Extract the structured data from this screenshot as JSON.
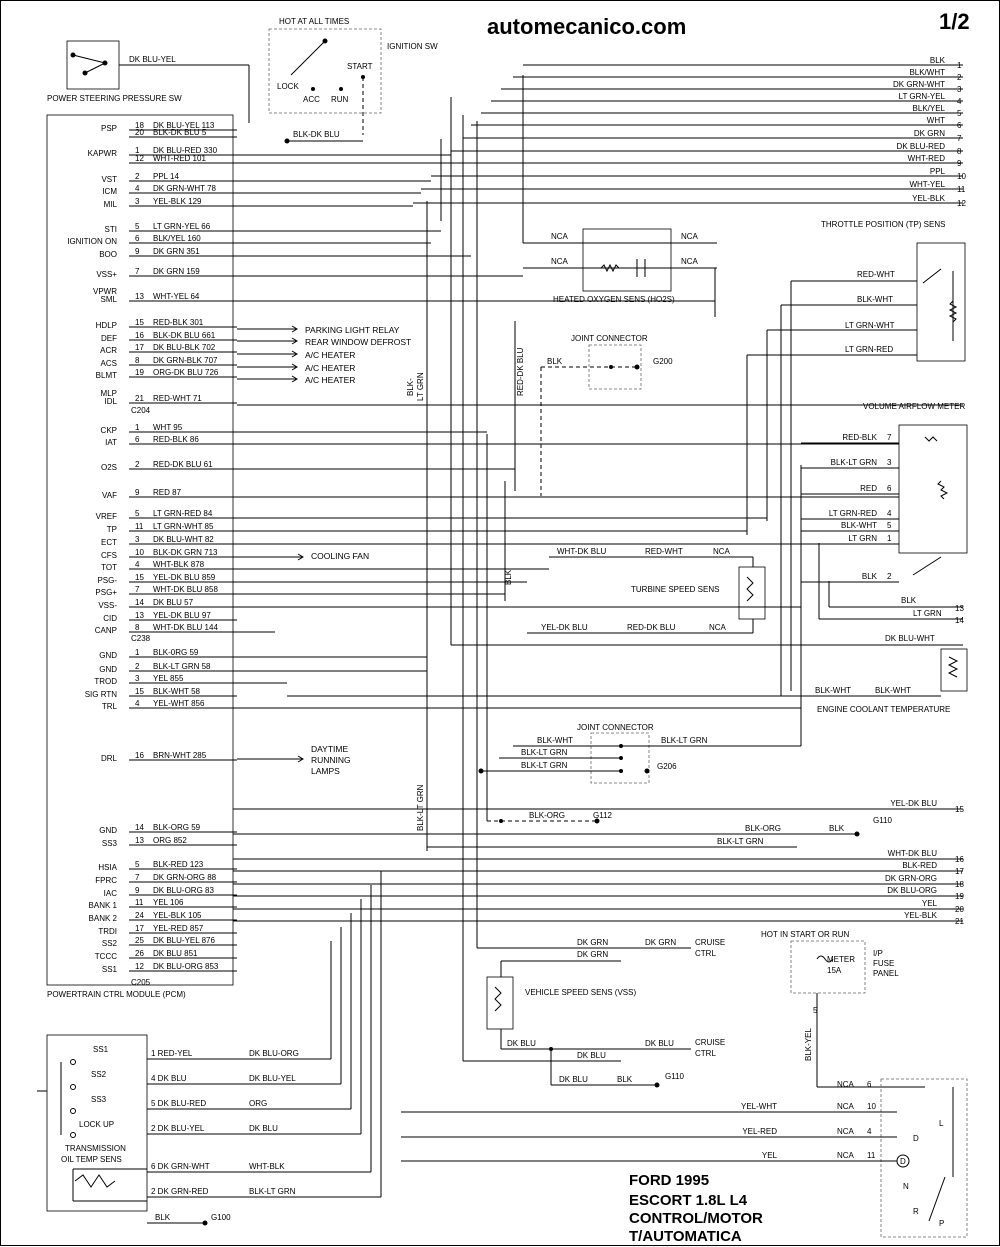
{
  "header": {
    "site": "automecanico.com",
    "page": "1/2"
  },
  "title_block": {
    "line1": "FORD 1995",
    "line2": "ESCORT  1.8L  L4",
    "line3": "CONTROL/MOTOR",
    "line4": "T/AUTOMATICA"
  },
  "pcm": {
    "label": "POWERTRAIN CTRL MODULE (PCM)",
    "pins_a": [
      {
        "sig": "PSP",
        "pin": "18",
        "wire": "DK BLU-YEL 113"
      },
      {
        "sig": "",
        "pin": "20",
        "wire": "BLK-DK BLU 5"
      },
      {
        "sig": "KAPWR",
        "pin": "1",
        "wire": "DK BLU-RED 330"
      },
      {
        "sig": "",
        "pin": "12",
        "wire": "WHT-RED 101"
      },
      {
        "sig": "VST",
        "pin": "2",
        "wire": "PPL 14"
      },
      {
        "sig": "ICM",
        "pin": "4",
        "wire": "DK GRN-WHT 78"
      },
      {
        "sig": "MIL",
        "pin": "3",
        "wire": "YEL-BLK 129"
      },
      {
        "sig": "STI",
        "pin": "5",
        "wire": "LT GRN-YEL 66"
      },
      {
        "sig": "IGNITION ON",
        "pin": "6",
        "wire": "BLK/YEL 160"
      },
      {
        "sig": "BOO",
        "pin": "9",
        "wire": "DK GRN 351"
      },
      {
        "sig": "VSS+",
        "pin": "7",
        "wire": "DK GRN 159"
      },
      {
        "sig": "VPWR",
        "pin": "",
        "wire": ""
      },
      {
        "sig": "SML",
        "pin": "13",
        "wire": "WHT-YEL 64"
      },
      {
        "sig": "HDLP",
        "pin": "15",
        "wire": "RED-BLK 301"
      },
      {
        "sig": "DEF",
        "pin": "16",
        "wire": "BLK-DK BLU 661"
      },
      {
        "sig": "ACR",
        "pin": "17",
        "wire": "DK BLU-BLK 702"
      },
      {
        "sig": "ACS",
        "pin": "8",
        "wire": "DK GRN-BLK 707"
      },
      {
        "sig": "BLMT",
        "pin": "19",
        "wire": "ORG-DK BLU 726"
      },
      {
        "sig": "MLP",
        "pin": "",
        "wire": ""
      },
      {
        "sig": "IDL",
        "pin": "21",
        "wire": "RED-WHT 71"
      }
    ],
    "conn_c204": "C204",
    "pins_b": [
      {
        "sig": "CKP",
        "pin": "1",
        "wire": "WHT 95"
      },
      {
        "sig": "IAT",
        "pin": "6",
        "wire": "RED-BLK 86"
      },
      {
        "sig": "O2S",
        "pin": "2",
        "wire": "RED-DK BLU 61"
      },
      {
        "sig": "VAF",
        "pin": "9",
        "wire": "RED 87"
      },
      {
        "sig": "VREF",
        "pin": "5",
        "wire": "LT GRN-RED 84"
      },
      {
        "sig": "TP",
        "pin": "11",
        "wire": "LT GRN-WHT 85"
      },
      {
        "sig": "ECT",
        "pin": "3",
        "wire": "DK BLU-WHT 82"
      },
      {
        "sig": "CFS",
        "pin": "10",
        "wire": "BLK-DK GRN 713"
      },
      {
        "sig": "TOT",
        "pin": "4",
        "wire": "WHT-BLK 878"
      },
      {
        "sig": "PSG-",
        "pin": "15",
        "wire": "YEL-DK BLU 859"
      },
      {
        "sig": "PSG+",
        "pin": "7",
        "wire": "WHT-DK BLU 858"
      },
      {
        "sig": "VSS-",
        "pin": "14",
        "wire": "DK BLU 57"
      },
      {
        "sig": "CID",
        "pin": "13",
        "wire": "YEL-DK BLU 97"
      },
      {
        "sig": "CANP",
        "pin": "8",
        "wire": "WHT-DK BLU 144"
      }
    ],
    "conn_c238": "C238",
    "pins_c": [
      {
        "sig": "GND",
        "pin": "1",
        "wire": "BLK-0RG 59"
      },
      {
        "sig": "GND",
        "pin": "2",
        "wire": "BLK-LT GRN 58"
      },
      {
        "sig": "TROD",
        "pin": "3",
        "wire": "YEL 855"
      },
      {
        "sig": "SIG RTN",
        "pin": "15",
        "wire": "BLK-WHT 58"
      },
      {
        "sig": "TRL",
        "pin": "4",
        "wire": "YEL-WHT 856"
      },
      {
        "sig": "DRL",
        "pin": "16",
        "wire": "BRN-WHT 285"
      }
    ],
    "pins_d": [
      {
        "sig": "GND",
        "pin": "14",
        "wire": "BLK-ORG 59"
      },
      {
        "sig": "SS3",
        "pin": "13",
        "wire": "ORG 852"
      },
      {
        "sig": "HSIA",
        "pin": "5",
        "wire": "BLK-RED 123"
      },
      {
        "sig": "FPRC",
        "pin": "7",
        "wire": "DK GRN-ORG 88"
      },
      {
        "sig": "IAC",
        "pin": "9",
        "wire": "DK BLU-ORG 83"
      },
      {
        "sig": "BANK 1",
        "pin": "11",
        "wire": "YEL 106"
      },
      {
        "sig": "BANK 2",
        "pin": "24",
        "wire": "YEL-BLK 105"
      },
      {
        "sig": "TRDI",
        "pin": "17",
        "wire": "YEL-RED 857"
      },
      {
        "sig": "SS2",
        "pin": "25",
        "wire": "DK BLU-YEL 876"
      },
      {
        "sig": "TCCC",
        "pin": "26",
        "wire": "DK BLU 851"
      },
      {
        "sig": "SS1",
        "pin": "12",
        "wire": "DK BLU-ORG 853"
      }
    ],
    "conn_c205": "C205"
  },
  "right_edge": [
    {
      "n": "1",
      "wire": "BLK"
    },
    {
      "n": "2",
      "wire": "BLK/WHT"
    },
    {
      "n": "3",
      "wire": "DK GRN-WHT"
    },
    {
      "n": "4",
      "wire": "LT GRN-YEL"
    },
    {
      "n": "5",
      "wire": "BLK/YEL"
    },
    {
      "n": "6",
      "wire": "WHT"
    },
    {
      "n": "7",
      "wire": "DK GRN"
    },
    {
      "n": "8",
      "wire": "DK BLU-RED"
    },
    {
      "n": "9",
      "wire": "WHT-RED"
    },
    {
      "n": "10",
      "wire": "PPL"
    },
    {
      "n": "11",
      "wire": "WHT-YEL"
    },
    {
      "n": "12",
      "wire": "YEL-BLK"
    }
  ],
  "right_edge_lower": [
    {
      "n": "15",
      "wire": "YEL-DK BLU"
    },
    {
      "n": "16",
      "wire": "WHT-DK BLU"
    },
    {
      "n": "17",
      "wire": "BLK-RED"
    },
    {
      "n": "18",
      "wire": "DK GRN-ORG"
    },
    {
      "n": "19",
      "wire": "DK BLU-ORG"
    },
    {
      "n": "20",
      "wire": "YEL"
    },
    {
      "n": "21",
      "wire": "YEL-BLK"
    }
  ],
  "components": {
    "ps_switch": {
      "label": "POWER STEERING PRESSURE SW",
      "wire": "DK BLU-YEL"
    },
    "ign_sw": {
      "title": "HOT AT ALL TIMES",
      "label": "IGNITION SW",
      "lock": "LOCK",
      "acc": "ACC",
      "run": "RUN",
      "start": "START",
      "wire": "BLK-DK BLU"
    },
    "ho2s": {
      "label": "HEATED OXYGEN SENS (HO2S)",
      "nca": "NCA"
    },
    "tp": {
      "label": "THROTTLE POSITION (TP) SENS",
      "wires": [
        "RED-WHT",
        "BLK-WHT",
        "LT GRN-WHT",
        "LT GRN-RED"
      ]
    },
    "joint1": {
      "label": "JOINT CONNECTOR",
      "wire": "BLK",
      "gnd": "G200"
    },
    "vam": {
      "label": "VOLUME AIRFLOW METER",
      "rows": [
        {
          "wire": "RED-BLK",
          "pin": "7"
        },
        {
          "wire": "BLK-LT GRN",
          "pin": "3"
        },
        {
          "wire": "RED",
          "pin": "6"
        },
        {
          "wire": "LT GRN-RED",
          "pin": "4"
        },
        {
          "wire": "BLK-WHT",
          "pin": "5"
        },
        {
          "wire": "LT GRN",
          "pin": "1"
        },
        {
          "wire": "BLK",
          "pin": "2"
        }
      ],
      "out1": "BLK",
      "out2": "LT GRN",
      "n13": "13",
      "n14": "14"
    },
    "tss": {
      "label": "TURBINE SPEED SENS",
      "w1": "WHT-DK BLU",
      "w2": "RED-WHT",
      "w3": "YEL-DK BLU",
      "w4": "RED-DK BLU",
      "nca": "NCA"
    },
    "ect": {
      "label": "ENGINE COOLANT TEMPERATURE",
      "w1": "DK BLU-WHT",
      "w2": "BLK-WHT",
      "w3": "BLK-WHT"
    },
    "joint2": {
      "label": "JOINT CONNECTOR",
      "w1": "BLK-WHT",
      "w2": "BLK-LT GRN",
      "w3": "BLK-LT GRN",
      "w4": "BLK-LT GRN",
      "gnd": "G206"
    },
    "g112": {
      "wire": "BLK-ORG",
      "gnd": "G112"
    },
    "g110a": {
      "w1": "BLK-ORG",
      "w2": "BLK",
      "w3": "BLK-LT GRN",
      "gnd": "G110"
    },
    "cruise1": {
      "w1": "DK GRN",
      "w2": "DK GRN",
      "w3": "DK GRN",
      "label1": "CRUISE",
      "label2": "CTRL"
    },
    "vss": {
      "label": "VEHICLE SPEED SENS (VSS)"
    },
    "cruise2": {
      "w1": "DK BLU",
      "w2": "DK BLU",
      "w3": "DK BLU",
      "label1": "CRUISE",
      "label2": "CTRL"
    },
    "g110b": {
      "w1": "DK BLU",
      "w2": "BLK",
      "gnd": "G110"
    },
    "fuse": {
      "hot": "HOT IN START OR RUN",
      "name": "METER",
      "amp": "15A",
      "panel1": "I/P",
      "panel2": "FUSE",
      "panel3": "PANEL",
      "wire": "BLK-YEL",
      "pin": "5"
    },
    "trs": {
      "rows": [
        {
          "nca": "NCA",
          "pin": "6",
          "wire": ""
        },
        {
          "nca": "NCA",
          "pin": "10",
          "wire": "YEL-WHT"
        },
        {
          "nca": "NCA",
          "pin": "4",
          "wire": "YEL-RED"
        },
        {
          "nca": "NCA",
          "pin": "11",
          "wire": "YEL"
        }
      ],
      "letters": [
        "L",
        "D",
        "D",
        "N",
        "R",
        "P"
      ]
    },
    "trans": {
      "ss1": "SS1",
      "ss2": "SS2",
      "ss3": "SS3",
      "lockup": "LOCK UP",
      "otemp1": "TRANSMISSION",
      "otemp2": "OIL TEMP SENS",
      "rows": [
        {
          "pin": "1 RED-YEL",
          "wire": "DK BLU-ORG"
        },
        {
          "pin": "4 DK BLU",
          "wire": "DK BLU-YEL"
        },
        {
          "pin": "5 DK BLU-RED",
          "wire": "ORG"
        },
        {
          "pin": "2 DK BLU-YEL",
          "wire": "DK BLU"
        },
        {
          "pin": "6 DK GRN-WHT",
          "wire": "WHT-BLK"
        },
        {
          "pin": "2 DK GRN-RED",
          "wire": "BLK-LT GRN"
        }
      ],
      "gnd_wire": "BLK",
      "gnd": "G100"
    },
    "outputs": {
      "parking": "PARKING LIGHT RELAY",
      "rear": "REAR WINDOW DEFROST",
      "ac1": "A/C HEATER",
      "ac2": "A/C HEATER",
      "ac3": "A/C HEATER",
      "fan": "COOLING FAN",
      "drl1": "DAYTIME",
      "drl2": "RUNNING",
      "drl3": "LAMPS"
    },
    "vert_labels": {
      "blkltgrn1": "BLK-",
      "blkltgrn2": "LT GRN",
      "reddkblu": "RED-DK BLU",
      "blk": "BLK",
      "blkltgrn3": "BLK-LT GRN"
    }
  }
}
